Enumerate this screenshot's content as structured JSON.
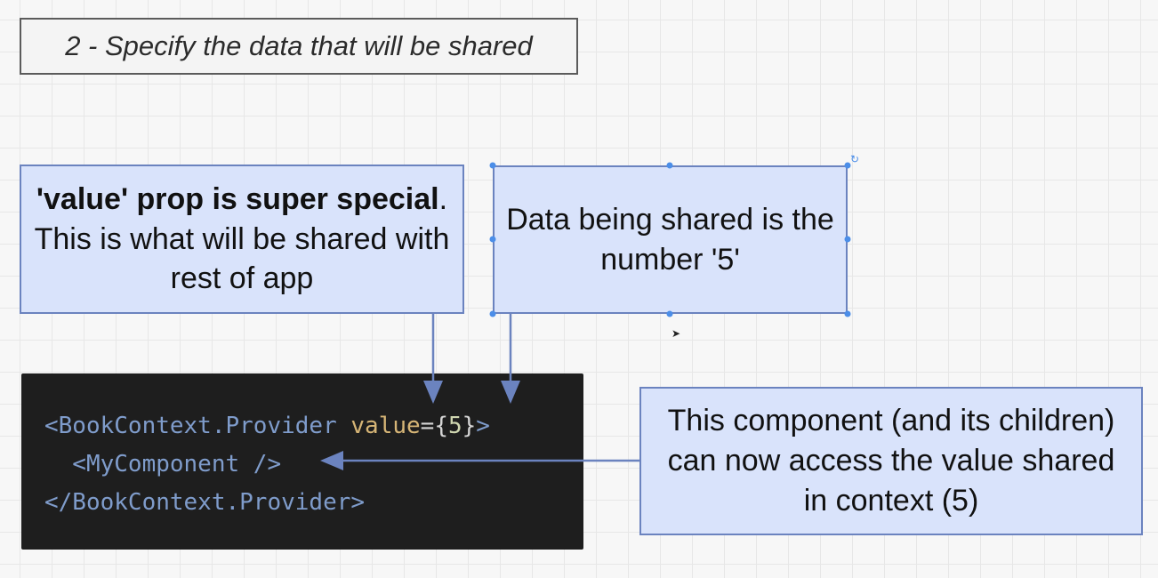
{
  "title": "2 - Specify the data that will be shared",
  "notes": {
    "value_prop": {
      "bold_text": "'value' prop is super special",
      "rest_text": ". This is what will be shared with rest of app"
    },
    "data_shared": "Data being shared is the number '5'",
    "component_access": "This component (and its children) can now access the value shared in context (5)"
  },
  "code": {
    "line1_open": "<BookContext.Provider",
    "line1_attr": "value",
    "line1_eq": "=",
    "line1_brace_open": "{",
    "line1_value": "5",
    "line1_brace_close": "}",
    "line1_close": ">",
    "line2": "  <MyComponent />",
    "line3": "</BookContext.Provider>"
  },
  "colors": {
    "note_fill": "#d9e3fb",
    "note_border": "#6b83bf",
    "arrow": "#6b83bf",
    "code_bg": "#1e1e1e",
    "selection": "#4c8ee8"
  }
}
